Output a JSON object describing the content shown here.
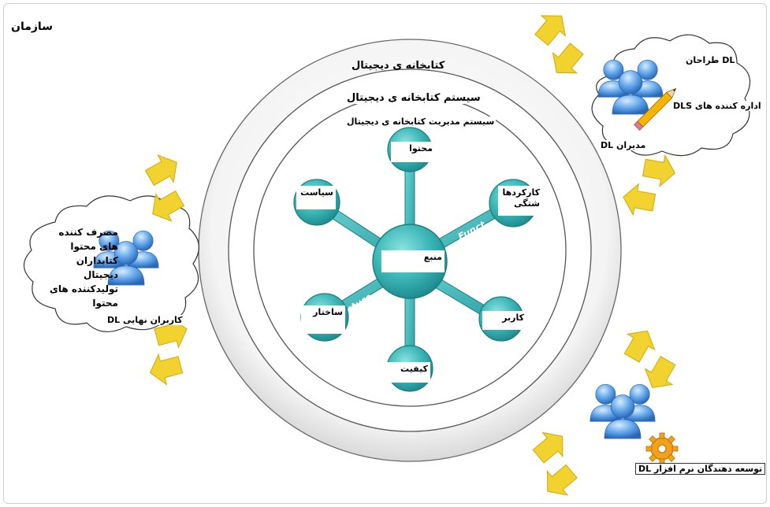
{
  "organization_label": "سازمان",
  "rings": {
    "outer": "کتابخانه ی دیجیتال",
    "middle": "سیستم کتابخانه ی دیجیتال",
    "inner": "سیستم مدیریت کتابخانه ی دیجیتال"
  },
  "hub": {
    "label": "منبع"
  },
  "nodes": {
    "content": "محتوا",
    "functionality": "کارکردها\nشتگی",
    "policy": "سیاست",
    "user": "کاربر",
    "structure": "ساختار",
    "quality": "کیفیت"
  },
  "spoke_fragments": {
    "functionality": "Funct",
    "architecture": "cture"
  },
  "actors": {
    "managers": {
      "designers": "DL طراحان",
      "admins": "اداره کننده های DLS",
      "group": "مدیران DL"
    },
    "end_users": {
      "lines": [
        "مصرف کننده",
        "های محتوا",
        "کتابداران",
        "دیجیتال",
        "تولیدکننده های",
        "محتوا"
      ],
      "group": "کاربران نهایی DL"
    },
    "developers": {
      "group": "توسعه دهندگان نرم افزار DL"
    }
  },
  "colors": {
    "node_fill": "#3fb8b8",
    "node_stroke": "#1a7d80",
    "arrow_fill": "#f2d22e",
    "arrow_stroke": "#d2ad10",
    "people_blue": "#4a8fdb"
  }
}
